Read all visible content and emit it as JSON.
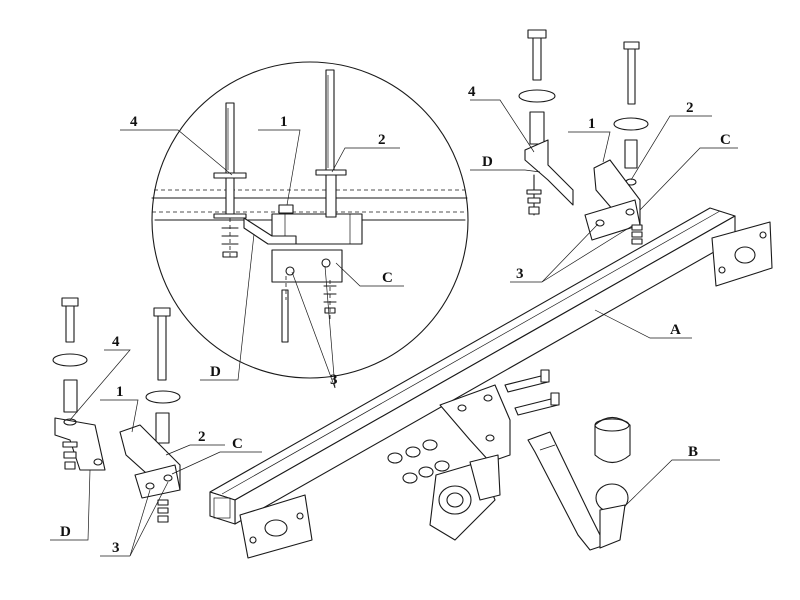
{
  "labels": {
    "A": "A",
    "B": "B",
    "C": "C",
    "D": "D",
    "n1": "1",
    "n2": "2",
    "n3": "3",
    "n4": "4"
  },
  "colors": {
    "line": "#1a1a1a",
    "background": "#ffffff"
  }
}
